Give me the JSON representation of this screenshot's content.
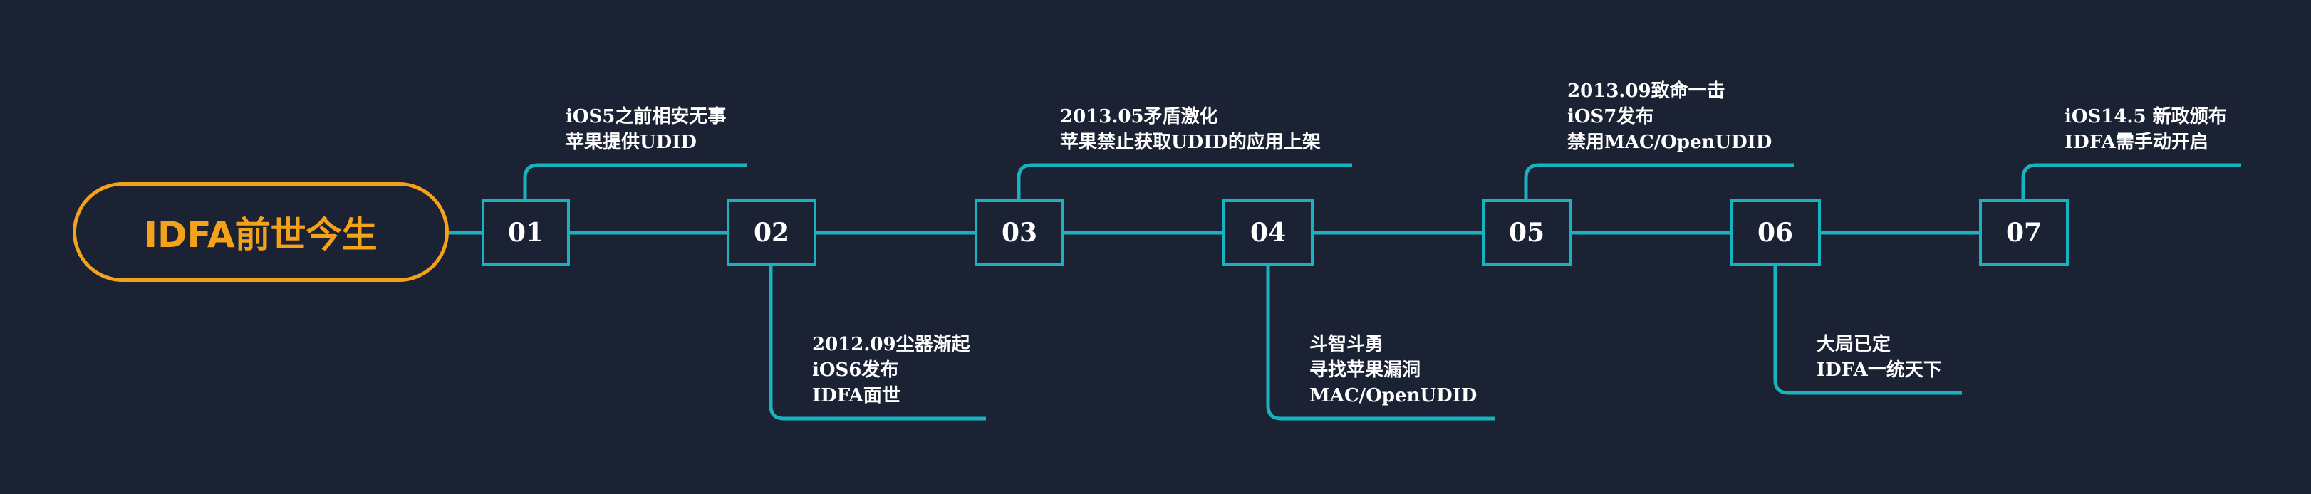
{
  "title": "IDFA前世今生",
  "colors": {
    "background": "#1b2233",
    "accent": "#f5a21b",
    "line": "#19b3c0",
    "text": "#ffffff"
  },
  "nodes": [
    {
      "id": "01",
      "lines": [
        "iOS5之前相安无事",
        "苹果提供UDID"
      ]
    },
    {
      "id": "02",
      "lines": [
        "2012.09尘器渐起",
        "iOS6发布",
        "IDFA面世"
      ]
    },
    {
      "id": "03",
      "lines": [
        "2013.05矛盾激化",
        "苹果禁止获取UDID的应用上架"
      ]
    },
    {
      "id": "04",
      "lines": [
        "斗智斗勇",
        "寻找苹果漏洞",
        "MAC/OpenUDID"
      ]
    },
    {
      "id": "05",
      "lines": [
        "2013.09致命一击",
        "iOS7发布",
        "禁用MAC/OpenUDID"
      ]
    },
    {
      "id": "06",
      "lines": [
        "大局已定",
        "IDFA一统天下"
      ]
    },
    {
      "id": "07",
      "lines": [
        "iOS14.5 新政颁布",
        "IDFA需手动开启"
      ]
    }
  ]
}
